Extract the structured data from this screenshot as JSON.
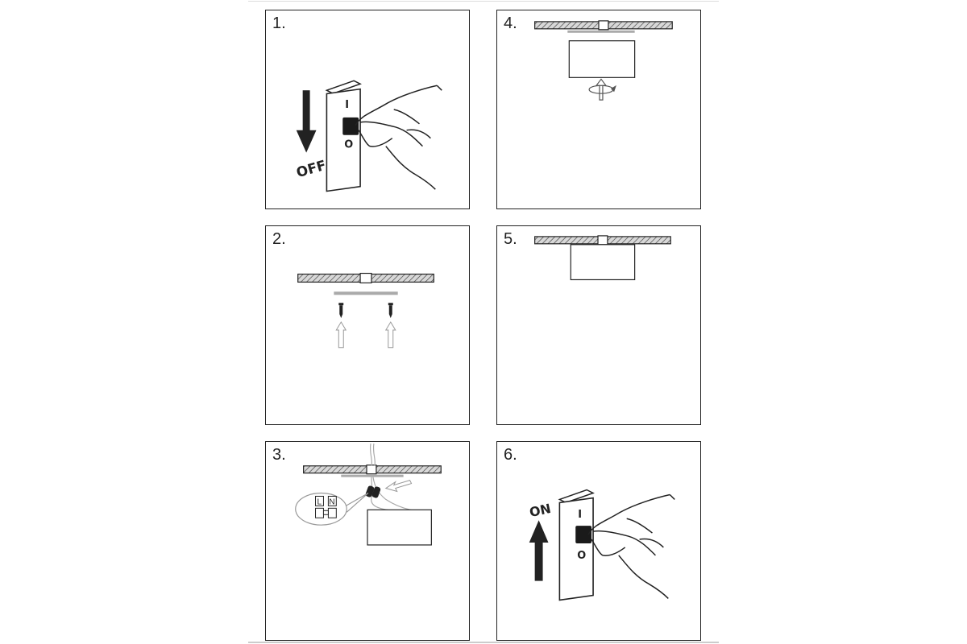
{
  "colors": {
    "line": "#222222",
    "hatch_fill": "#bbbbbb",
    "bracket": "#aaaaaa",
    "arrow_outline": "#999999"
  },
  "panels": [
    {
      "number": "1.",
      "action_label": "OFF",
      "switch_top": "I",
      "switch_bottom": "O",
      "arrow_direction": "down"
    },
    {
      "number": "2."
    },
    {
      "number": "3.",
      "terminal_left": "L",
      "terminal_right": "N"
    },
    {
      "number": "4."
    },
    {
      "number": "5."
    },
    {
      "number": "6.",
      "action_label": "ON",
      "switch_top": "I",
      "switch_bottom": "O",
      "arrow_direction": "up"
    }
  ]
}
